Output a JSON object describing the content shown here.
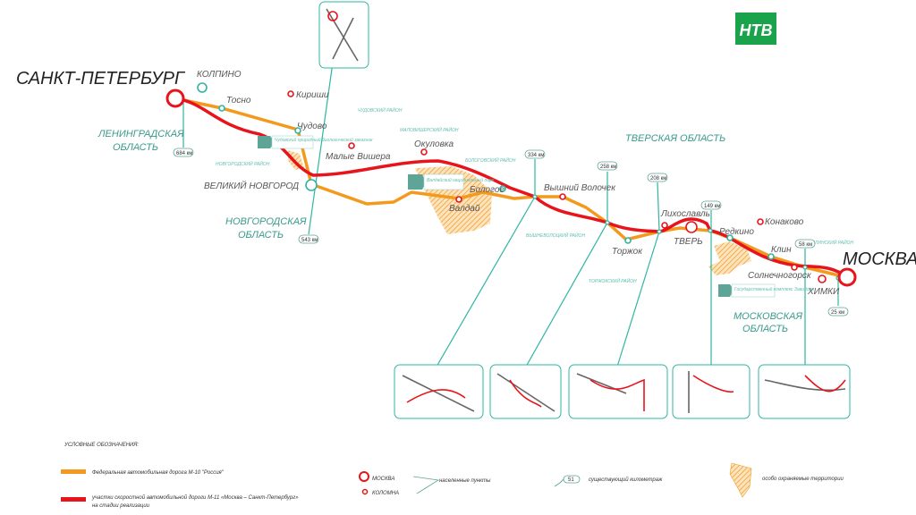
{
  "logo": {
    "text": "НТВ",
    "color": "#1aa34a"
  },
  "colors": {
    "m10": "#f39a1e",
    "m11": "#e8141b",
    "teal": "#2fb5a3"
  },
  "cities": {
    "spb": "САНКТ-ПЕТЕРБУРГ",
    "kolpino": "КОЛПИНО",
    "tosno": "Тосно",
    "kirishi": "Кириши",
    "chudovo": "Чудово",
    "malye_vishera": "Малые Вишера",
    "okulovka": "Окуловка",
    "novgorod": "ВЕЛИКИЙ НОВГОРОД",
    "valdai": "Валдай",
    "bologoe": "Бологое",
    "vyshny_volochek": "Вышний Волочек",
    "torzhok": "Торжок",
    "likhoslavl": "Лихославль",
    "tver": "ТВЕРЬ",
    "redkino": "Редкино",
    "konakovo": "Конаково",
    "klin": "Клин",
    "solnechnogorsk": "Солнечногорск",
    "khimki": "ХИМКИ",
    "moscow": "МОСКВА"
  },
  "regions": {
    "leningrad": [
      "ЛЕНИНГРАДСКАЯ",
      "ОБЛАСТЬ"
    ],
    "novgorod": [
      "НОВГОРОДСКАЯ",
      "ОБЛАСТЬ"
    ],
    "tver": "ТВЕРСКАЯ ОБЛАСТЬ",
    "moscow": [
      "МОСКОВСКАЯ",
      "ОБЛАСТЬ"
    ]
  },
  "districts": {
    "novgorodsky": "НОВГОРОДСКИЙ РАЙОН",
    "chudovsky": "ЧУДОВСКИЙ РАЙОН",
    "malovishersky": "МАЛОВИШЕРСКИЙ РАЙОН",
    "bologovsky": "БОЛОГОВСКИЙ РАЙОН",
    "vyshnevolotsky": "ВЫШНЕВОЛОЦКИЙ РАЙОН",
    "torzhoksky": "ТОРЖОКСКИЙ РАЙОН",
    "klinsky": "КЛИНСКИЙ РАЙОН"
  },
  "reserves": {
    "chudovo": "Чудовский природный биологический заказник",
    "valdai": "Валдайский национальный парк",
    "zavidovo": "Государственный комплекс Завидово"
  },
  "km": [
    "684 км",
    "543 км",
    "334 км",
    "258 км",
    "208 км",
    "149 км",
    "58 км",
    "25 км"
  ],
  "legend": {
    "title": "УСЛОВНЫЕ ОБОЗНАЧЕНИЯ:",
    "m10": "Федеральная автомобильная дорога М-10 \"Россия\"",
    "m11_1": "участки скоростной автомобильной дороги М-11 «Москва – Санкт-Петербург»",
    "m11_2": "на стадии реализации",
    "city_big": "МОСКВА",
    "city_small": "КОЛОМНА",
    "settlements": "населенные пункты",
    "km_sample": "51",
    "km_label": "существующий километраж",
    "protected": "особо охраняемые территории"
  }
}
